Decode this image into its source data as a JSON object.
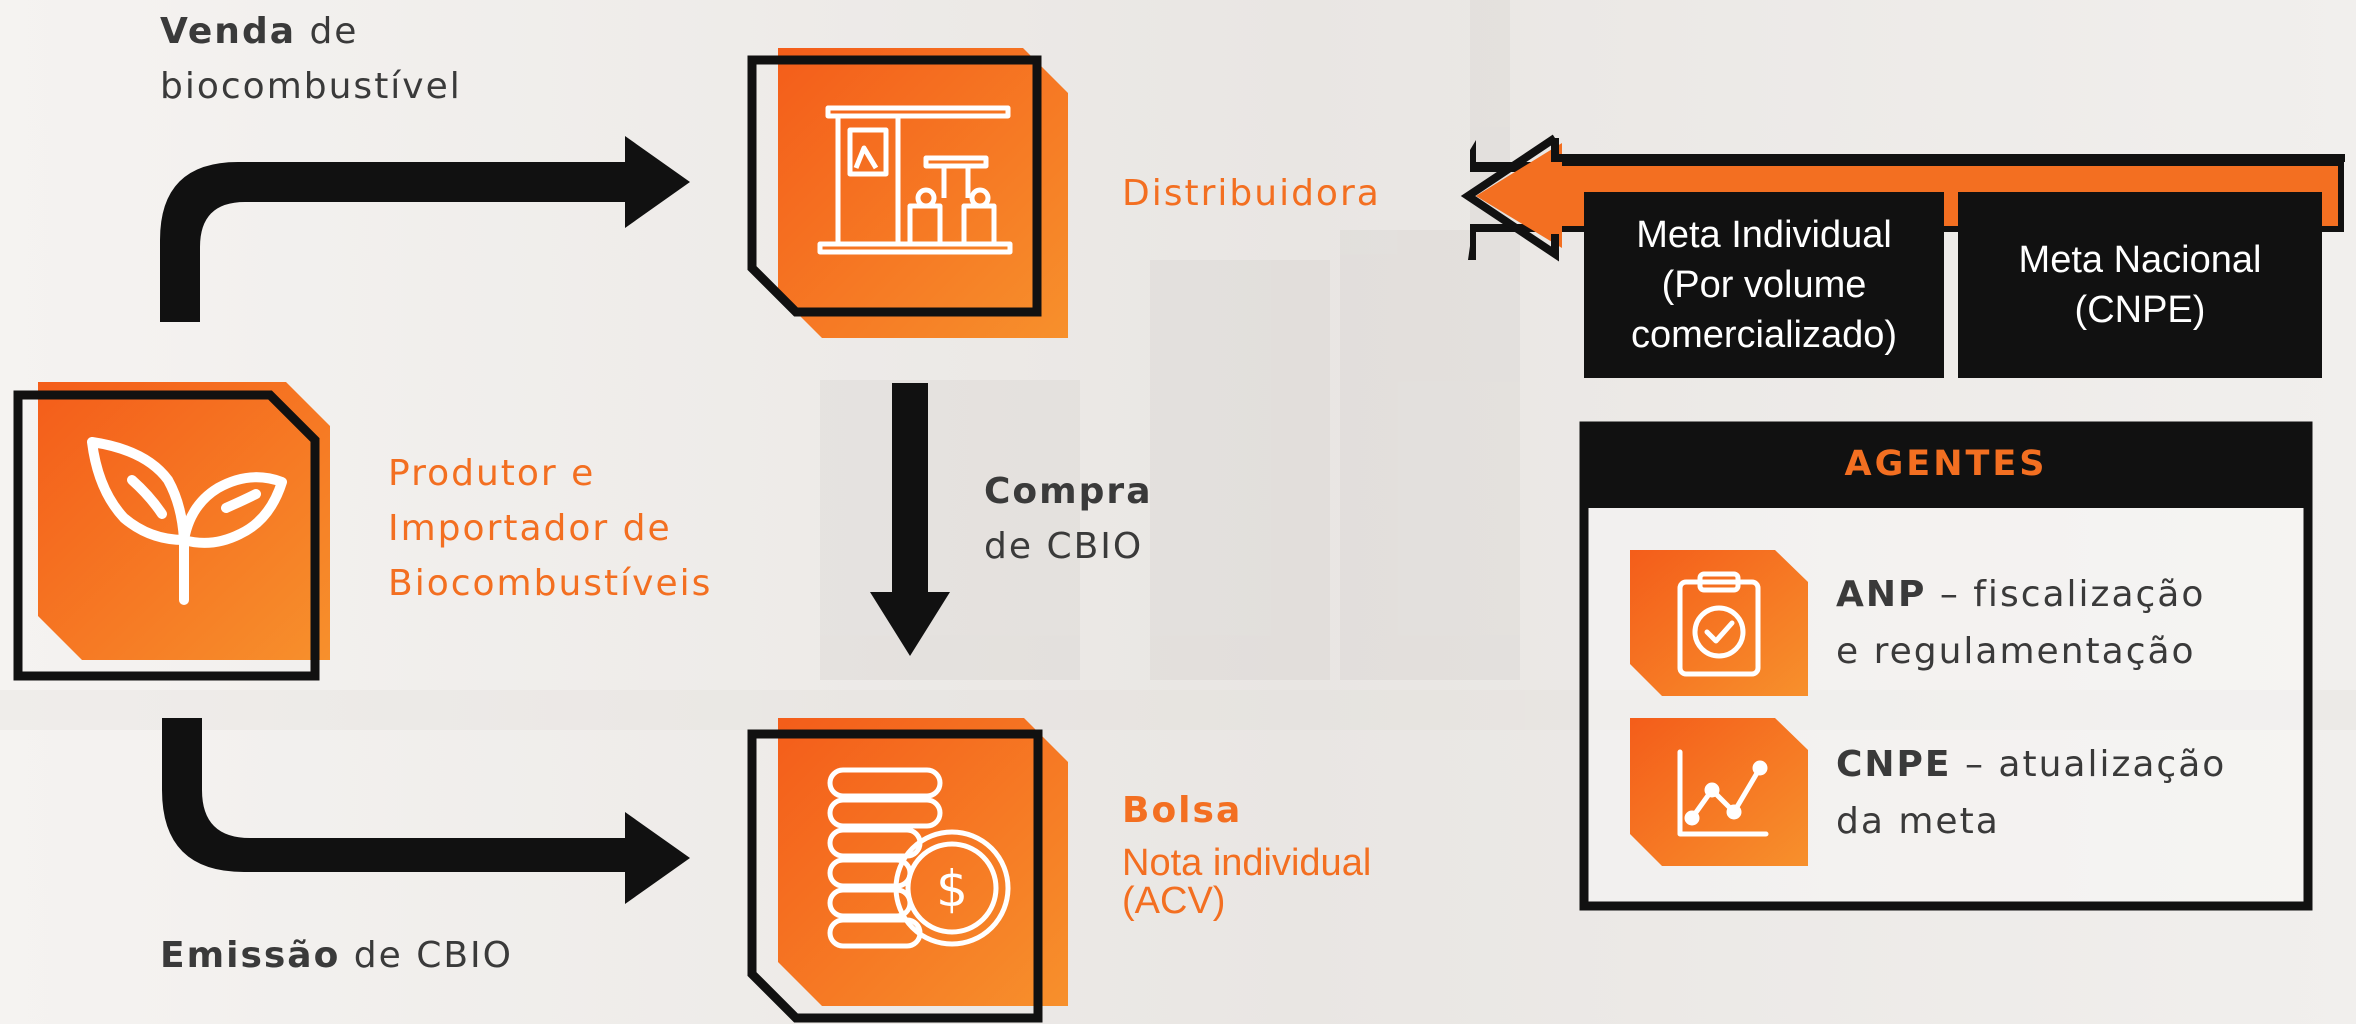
{
  "nodes": {
    "distribuidora": {
      "label": "Distribuidora",
      "icon": "gas-station-icon"
    },
    "produtor": {
      "line1": "Produtor e",
      "line2": "Importador de",
      "line3": "Biocombustíveis",
      "icon": "sprout-icon"
    },
    "bolsa": {
      "title": "Bolsa",
      "line1": "Nota individual",
      "line2": "(ACV)",
      "icon": "coins-dollar-icon"
    }
  },
  "edges": {
    "venda": {
      "bold": "Venda",
      "rest1": " de",
      "rest2": "biocombustível"
    },
    "compra": {
      "bold": "Compra",
      "rest": "de CBIO"
    },
    "emissao": {
      "bold": "Emissão",
      "rest": " de CBIO"
    }
  },
  "metas": {
    "individual": {
      "line1": "Meta Individual",
      "line2": "(Por volume",
      "line3": "comercializado)"
    },
    "nacional": {
      "line1": "Meta Nacional",
      "line2": "(CNPE)"
    }
  },
  "agentes": {
    "title": "AGENTES",
    "items": [
      {
        "bold": "ANP",
        "rest1": " – fiscalização",
        "rest2": "e regulamentação",
        "icon": "clipboard-check-icon"
      },
      {
        "bold": "CNPE",
        "rest1": " – atualização",
        "rest2": "da meta",
        "icon": "line-chart-icon"
      }
    ]
  },
  "colors": {
    "accent": "#f36f21",
    "dark": "#111111",
    "text": "#3a3a3a"
  }
}
